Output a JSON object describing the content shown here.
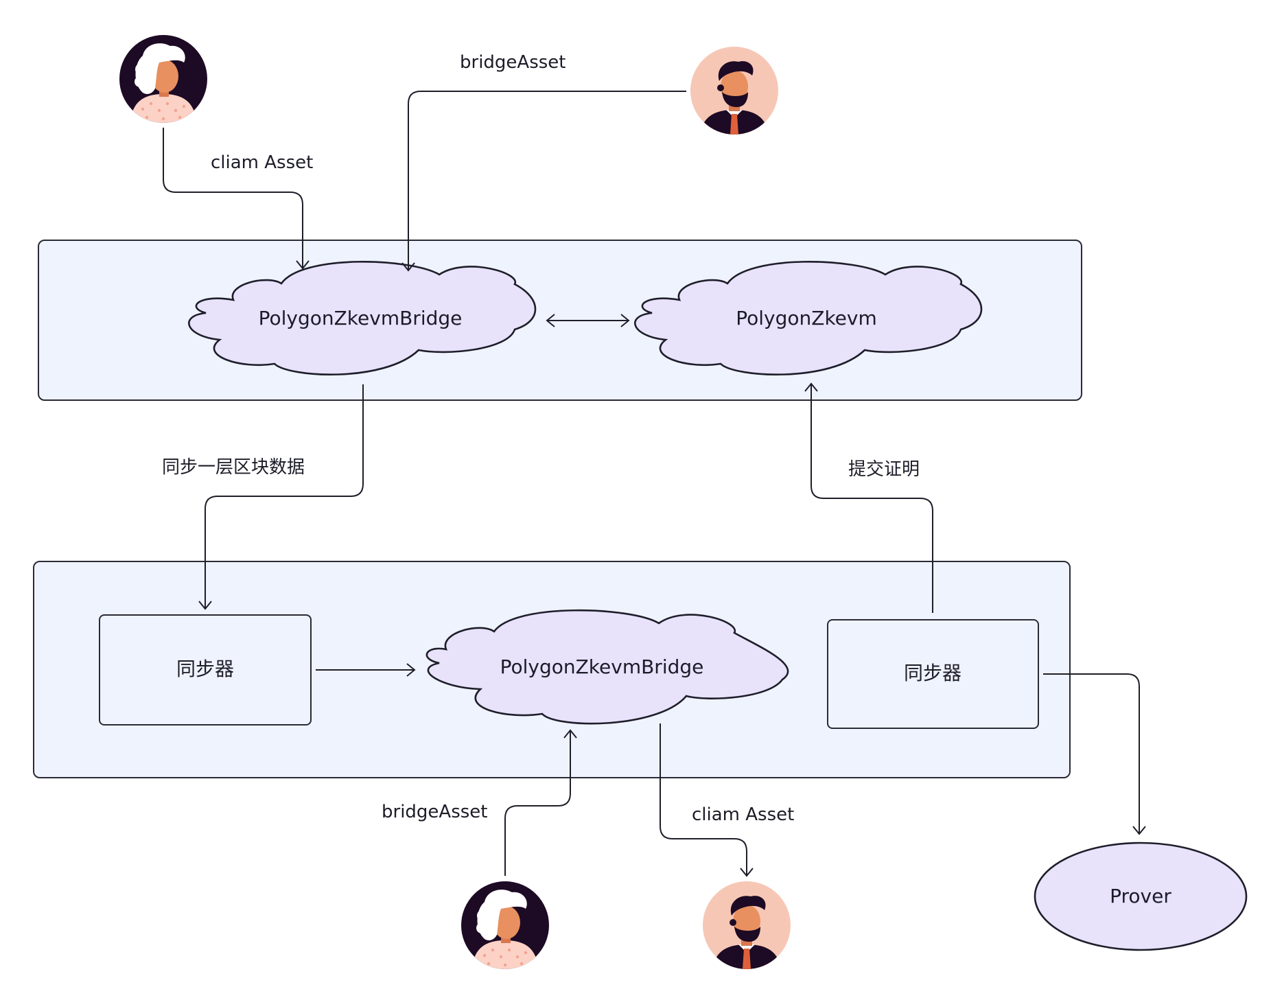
{
  "colors": {
    "panel_fill": "#eff3fd",
    "node_fill": "#e8e2fb",
    "stroke": "#1e1e2a",
    "avatar_dark_bg": "#1d0a24",
    "avatar_peach_bg": "#f7c7b6",
    "skin": "#e89060"
  },
  "nodes": {
    "l1_bridge": "PolygonZkevmBridge",
    "l1_zkevm": "PolygonZkevm",
    "l2_bridge": "PolygonZkevmBridge",
    "l2_sync_left": "同步器",
    "l2_sync_right": "同步器",
    "prover": "Prover"
  },
  "edges": {
    "top_claim": "cliam Asset",
    "top_bridge": "bridgeAsset",
    "sync_l1_blocks": "同步一层区块数据",
    "submit_proof": "提交证明",
    "bottom_bridge": "bridgeAsset",
    "bottom_claim": "cliam Asset"
  },
  "icons": {
    "user_a": "woman-avatar-icon",
    "user_b": "bearded-man-avatar-icon"
  }
}
